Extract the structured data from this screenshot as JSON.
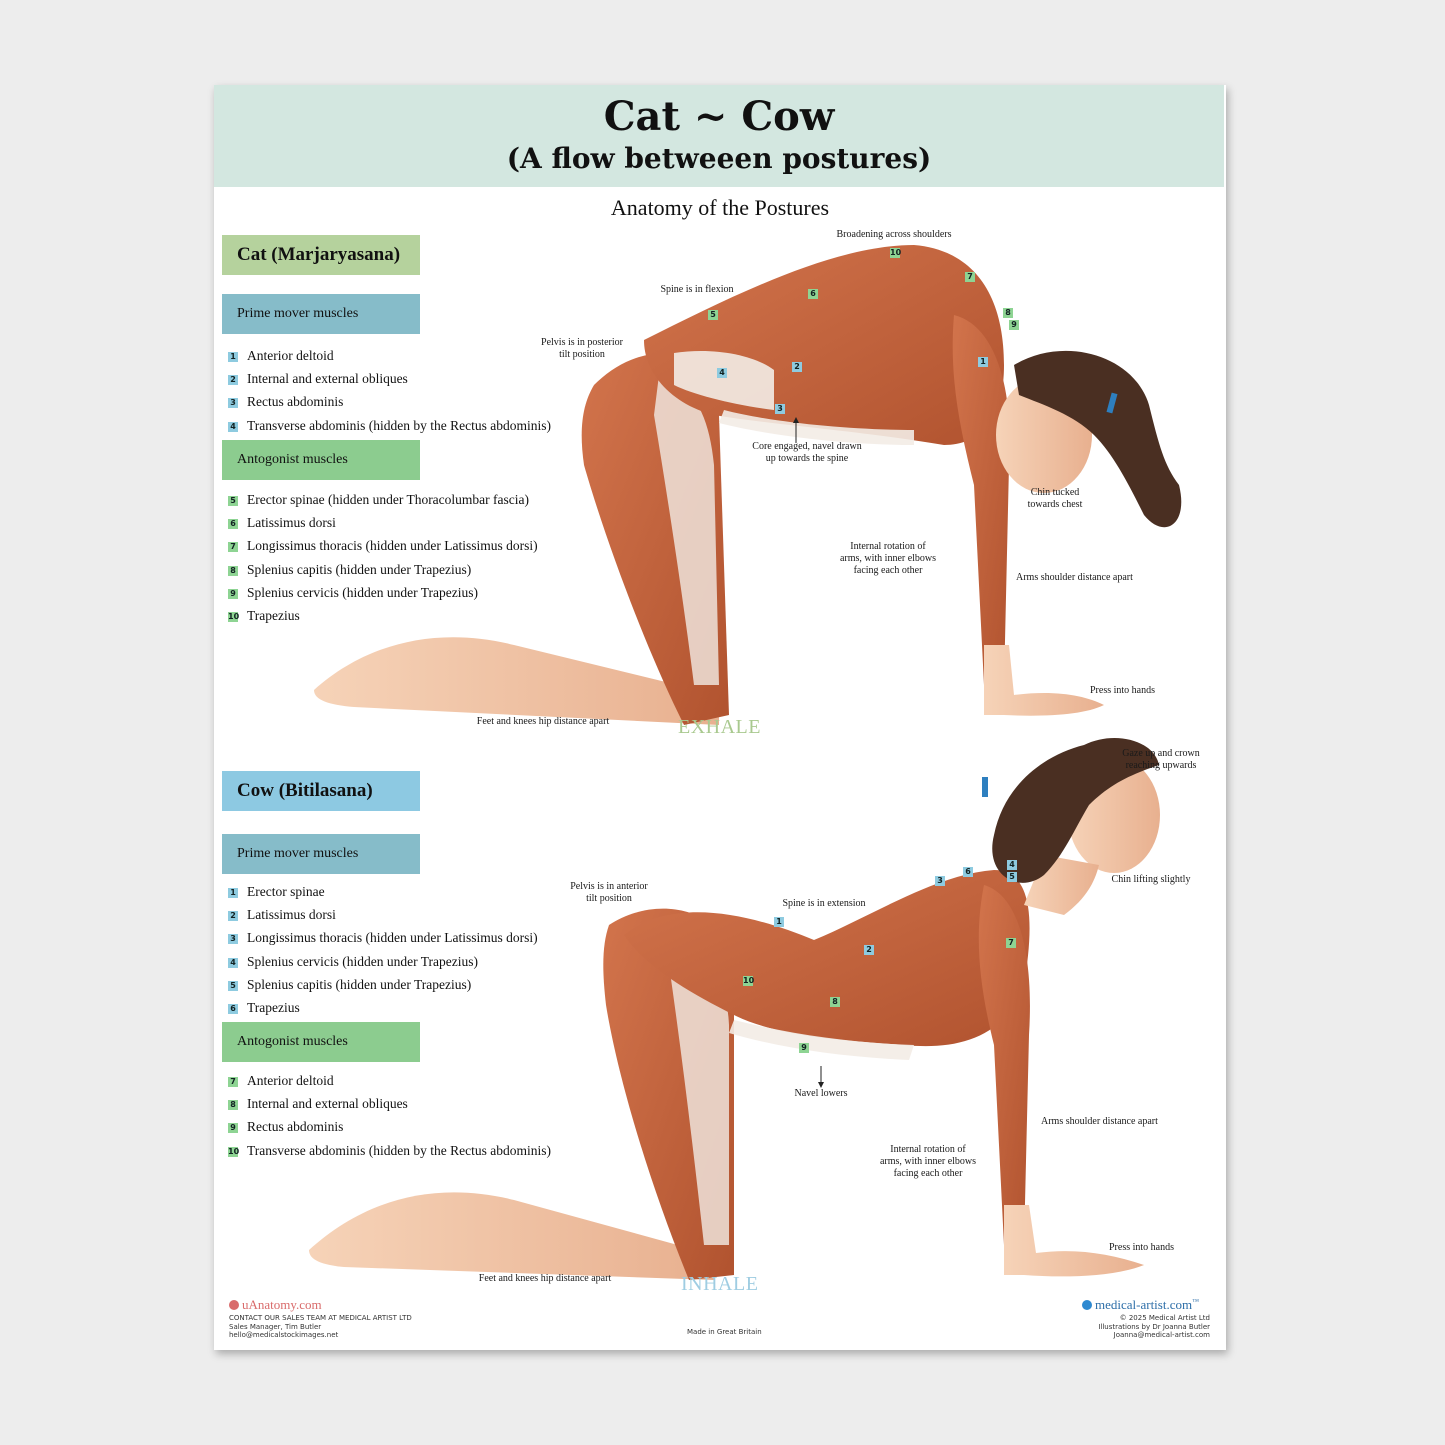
{
  "header": {
    "title": "Cat ~ Cow",
    "subtitle": "(A flow betweeen postures)",
    "section_title": "Anatomy of the Postures"
  },
  "cat": {
    "title": "Cat (Marjaryasana)",
    "prime_heading": "Prime mover muscles",
    "prime": [
      {
        "n": "1",
        "label": "Anterior deltoid"
      },
      {
        "n": "2",
        "label": "Internal and external obliques"
      },
      {
        "n": "3",
        "label": "Rectus abdominis"
      },
      {
        "n": "4",
        "label": "Transverse abdominis  (hidden by the Rectus abdominis)"
      }
    ],
    "antag_heading": "Antogonist muscles",
    "antag": [
      {
        "n": "5",
        "label": "Erector spinae (hidden under Thoracolumbar fascia)"
      },
      {
        "n": "6",
        "label": "Latissimus dorsi"
      },
      {
        "n": "7",
        "label": "Longissimus thoracis (hidden under Latissimus dorsi)"
      },
      {
        "n": "8",
        "label": "Splenius capitis (hidden under Trapezius)"
      },
      {
        "n": "9",
        "label": "Splenius cervicis (hidden under Trapezius)"
      },
      {
        "n": "10",
        "label": "Trapezius"
      }
    ],
    "annotations": {
      "broadening": "Broadening across shoulders",
      "spine": "Spine is in flexion",
      "pelvis_1": "Pelvis is in posterior",
      "pelvis_2": "tilt position",
      "core_1": "Core engaged, navel drawn",
      "core_2": "up towards the spine",
      "chin_1": "Chin tucked",
      "chin_2": "towards chest",
      "rotation_1": "Internal rotation of",
      "rotation_2": "arms, with inner elbows",
      "rotation_3": "facing each other",
      "arms": "Arms shoulder distance apart",
      "press": "Press into hands",
      "feet": "Feet and knees hip distance apart"
    },
    "breath": "EXHALE",
    "breath_color": "#a9c98f"
  },
  "cow": {
    "title": "Cow (Bitilasana)",
    "prime_heading": "Prime mover muscles",
    "prime": [
      {
        "n": "1",
        "label": "Erector spinae"
      },
      {
        "n": "2",
        "label": "Latissimus dorsi"
      },
      {
        "n": "3",
        "label": "Longissimus thoracis (hidden under Latissimus dorsi)"
      },
      {
        "n": "4",
        "label": "Splenius cervicis (hidden under Trapezius)"
      },
      {
        "n": "5",
        "label": "Splenius capitis (hidden under Trapezius)"
      },
      {
        "n": "6",
        "label": "Trapezius"
      }
    ],
    "antag_heading": "Antogonist muscles",
    "antag": [
      {
        "n": "7",
        "label": "Anterior deltoid"
      },
      {
        "n": "8",
        "label": "Internal and external obliques"
      },
      {
        "n": "9",
        "label": "Rectus abdominis"
      },
      {
        "n": "10",
        "label": "Transverse abdominis (hidden by the Rectus abdominis)"
      }
    ],
    "annotations": {
      "gaze_1": "Gaze up and crown",
      "gaze_2": "reaching upwards",
      "chin": "Chin lifting slightly",
      "pelvis_1": "Pelvis is in anterior",
      "pelvis_2": "tilt position",
      "spine": "Spine is in extension",
      "navel": "Navel lowers",
      "arms": "Arms shoulder distance apart",
      "rotation_1": "Internal rotation of",
      "rotation_2": "arms, with inner elbows",
      "rotation_3": "facing each other",
      "press": "Press into hands",
      "feet": "Feet and knees hip distance apart"
    },
    "breath": "INHALE",
    "breath_color": "#9fcde2"
  },
  "footer": {
    "brand_left": "uAnatomy.com",
    "contact_1": "CONTACT OUR SALES TEAM AT MEDICAL ARTIST LTD",
    "contact_2": "Sales Manager, Tim Butler",
    "contact_3": "hello@medicalstockimages.net",
    "made_in": "Made in Great Britain",
    "brand_right": "medical-artist.com",
    "brand_right_mark": "™",
    "copyright": "© 2025 Medical Artist Ltd",
    "illustrator": "Illustrations by Dr Joanna Butler",
    "email": "Joanna@medical-artist.com"
  },
  "colors": {
    "header_bg": "#d3e7e0",
    "cat_title_bg": "#b5d29d",
    "cow_title_bg": "#8dc9e2",
    "prime_bg": "#86bcc9",
    "antag_bg": "#8ccc8f",
    "muscle": "#c8643f",
    "skin": "#f0c4a5"
  }
}
